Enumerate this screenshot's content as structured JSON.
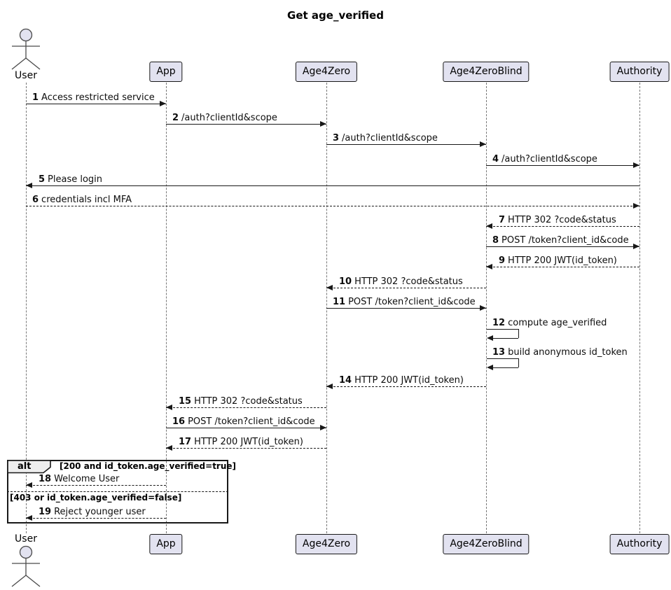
{
  "title": "Get age_verified",
  "participants": [
    {
      "label": "User",
      "type": "actor"
    },
    {
      "label": "App",
      "type": "participant"
    },
    {
      "label": "Age4Zero",
      "type": "participant"
    },
    {
      "label": "Age4ZeroBlind",
      "type": "participant"
    },
    {
      "label": "Authority",
      "type": "participant"
    }
  ],
  "messages": [
    {
      "num": "1",
      "text": "Access restricted service",
      "from": "User",
      "to": "App",
      "line": "solid"
    },
    {
      "num": "2",
      "text": "/auth?clientId&scope",
      "from": "App",
      "to": "Age4Zero",
      "line": "solid"
    },
    {
      "num": "3",
      "text": "/auth?clientId&scope",
      "from": "Age4Zero",
      "to": "Age4ZeroBlind",
      "line": "solid"
    },
    {
      "num": "4",
      "text": "/auth?clientId&scope",
      "from": "Age4ZeroBlind",
      "to": "Authority",
      "line": "solid"
    },
    {
      "num": "5",
      "text": "Please login",
      "from": "Authority",
      "to": "User",
      "line": "solid"
    },
    {
      "num": "6",
      "text": "credentials incl MFA",
      "from": "User",
      "to": "Authority",
      "line": "dashed"
    },
    {
      "num": "7",
      "text": "HTTP 302 ?code&status",
      "from": "Authority",
      "to": "Age4ZeroBlind",
      "line": "dashed"
    },
    {
      "num": "8",
      "text": "POST /token?client_id&code",
      "from": "Age4ZeroBlind",
      "to": "Authority",
      "line": "solid"
    },
    {
      "num": "9",
      "text": "HTTP 200 JWT(id_token)",
      "from": "Authority",
      "to": "Age4ZeroBlind",
      "line": "dashed"
    },
    {
      "num": "10",
      "text": "HTTP 302 ?code&status",
      "from": "Age4ZeroBlind",
      "to": "Age4Zero",
      "line": "dashed"
    },
    {
      "num": "11",
      "text": "POST /token?client_id&code",
      "from": "Age4Zero",
      "to": "Age4ZeroBlind",
      "line": "solid"
    },
    {
      "num": "12",
      "text": "compute age_verified",
      "from": "Age4ZeroBlind",
      "to": "Age4ZeroBlind",
      "line": "solid"
    },
    {
      "num": "13",
      "text": "build anonymous id_token",
      "from": "Age4ZeroBlind",
      "to": "Age4ZeroBlind",
      "line": "solid"
    },
    {
      "num": "14",
      "text": "HTTP 200 JWT(id_token)",
      "from": "Age4ZeroBlind",
      "to": "Age4Zero",
      "line": "dashed"
    },
    {
      "num": "15",
      "text": "HTTP 302 ?code&status",
      "from": "Age4Zero",
      "to": "App",
      "line": "dashed"
    },
    {
      "num": "16",
      "text": "POST /token?client_id&code",
      "from": "App",
      "to": "Age4Zero",
      "line": "solid"
    },
    {
      "num": "17",
      "text": "HTTP 200 JWT(id_token)",
      "from": "Age4Zero",
      "to": "App",
      "line": "dashed"
    },
    {
      "num": "18",
      "text": "Welcome User",
      "from": "App",
      "to": "User",
      "line": "dashed"
    },
    {
      "num": "19",
      "text": "Reject younger user",
      "from": "App",
      "to": "User",
      "line": "dashed"
    }
  ],
  "alt_block": {
    "operator": "alt",
    "guard_true": "[200 and id_token.age_verified=true]",
    "guard_false": "[403 or id_token.age_verified=false]"
  },
  "colors": {
    "participant_fill": "#E2E2F0",
    "participant_border": "#181818",
    "message_line": "#181818",
    "lifeline": "#777777",
    "frame_header_fill": "#EEEEEE",
    "background": "#FFFFFF"
  }
}
